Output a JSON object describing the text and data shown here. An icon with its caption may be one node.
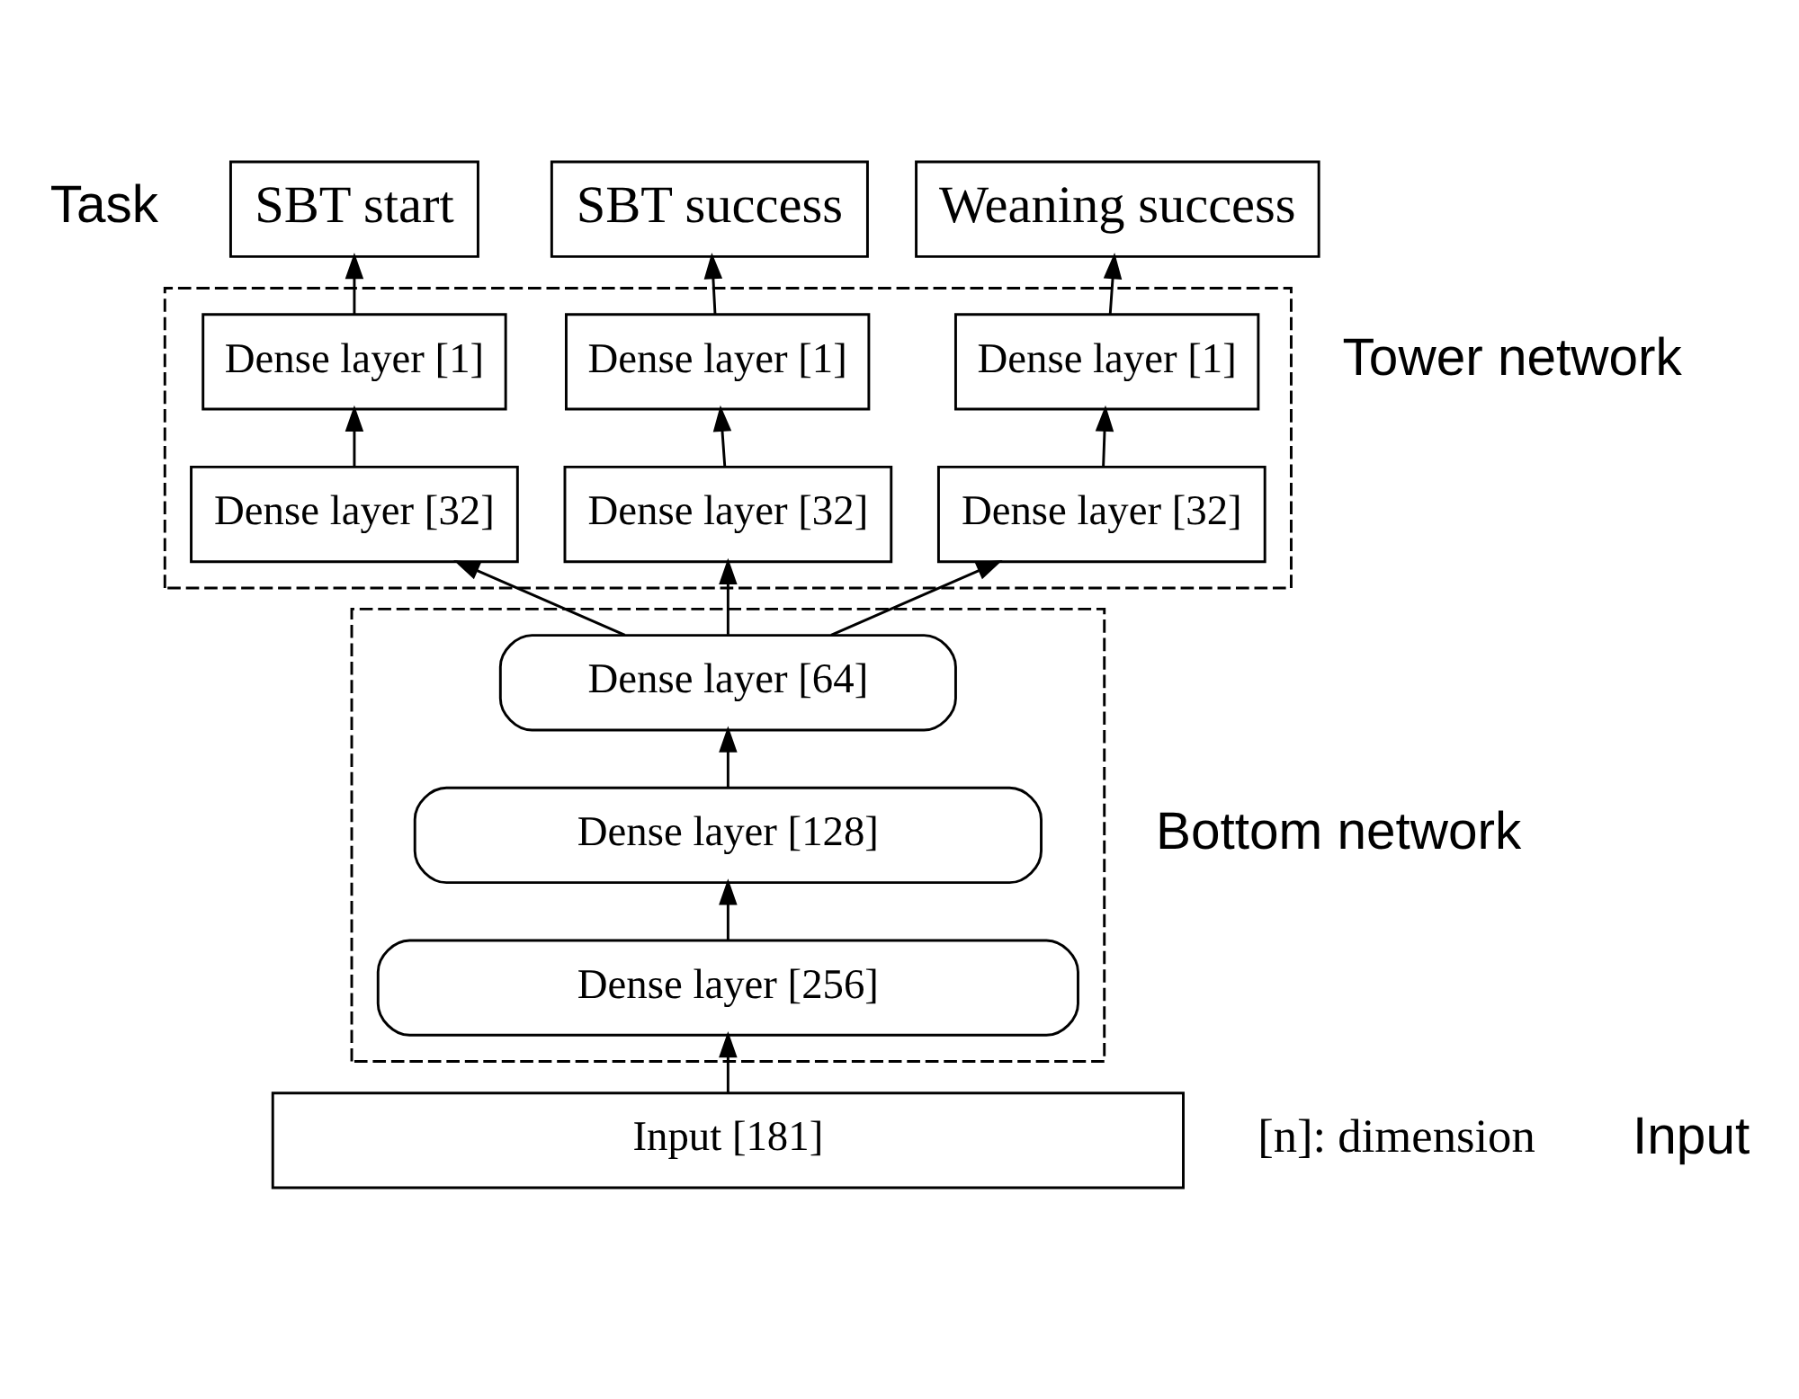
{
  "diagram": {
    "nodes": [
      {
        "text": [
          "SBT start"
        ]
      },
      {
        "text": [
          "SBT success"
        ]
      },
      {
        "text": [
          "Weaning success"
        ]
      },
      {
        "text": [],
        "shape": "box"
      },
      {
        "text": [
          "Dense layer [1]"
        ],
        "in": 3
      },
      {
        "text": [
          "Dense layer [32]"
        ],
        "in": 3
      },
      {
        "text": [
          "Dense layer [1]"
        ],
        "in": 3
      },
      {
        "text": [
          "Dense layer [32]"
        ],
        "in": 3
      },
      {
        "text": [
          "Dense layer [1]"
        ],
        "in": 3
      },
      {
        "text": [
          "Dense layer [32]"
        ],
        "in": 3
      },
      {
        "text": [],
        "shape": "box"
      },
      {
        "text": [
          "Dense layer [64]"
        ],
        "in": 10
      },
      {
        "text": [
          "Dense layer [128]"
        ],
        "in": 10
      },
      {
        "text": [
          "Dense layer [256]"
        ],
        "in": 10
      },
      {
        "text": [
          "Input [181]"
        ]
      }
    ],
    "edges": [
      {
        "from": 5,
        "to": 4,
        "arrow": "to"
      },
      {
        "from": 4,
        "to": 0,
        "arrow": "to"
      },
      {
        "from": 7,
        "to": 6,
        "arrow": "to"
      },
      {
        "from": 6,
        "to": 1,
        "arrow": "to"
      },
      {
        "from": 9,
        "to": 8,
        "arrow": "to"
      },
      {
        "from": 8,
        "to": 2,
        "arrow": "to"
      },
      {
        "from": 11,
        "to": 5,
        "arrow": "to"
      },
      {
        "from": 11,
        "to": 7,
        "arrow": "to"
      },
      {
        "from": 11,
        "to": 9,
        "arrow": "to"
      },
      {
        "from": 12,
        "to": 11,
        "arrow": "to"
      },
      {
        "from": 13,
        "to": 12,
        "arrow": "to"
      },
      {
        "from": 14,
        "to": 13,
        "arrow": "to"
      }
    ],
    "labels": [
      "Task",
      "Tower network",
      "Bottom network",
      "Input",
      "[n]: dimension"
    ]
  }
}
